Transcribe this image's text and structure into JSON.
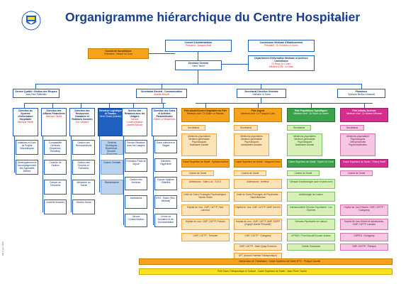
{
  "header": {
    "title": "Organigramme hiérarchique du Centre Hospitalier",
    "date": "Mis à jour 2021"
  },
  "top": {
    "conseil": {
      "title": "Conseil d'Administration",
      "sub": "Président : Jacques Wolf"
    },
    "commission": {
      "title": "Commission Médicale d'Etablissement",
      "sub": "Président : Dr Frédéric Le Guern"
    },
    "surveillance": {
      "title": "Conseil de Surveillance",
      "sub": "Président : Gérard Le Cam"
    },
    "directeur": {
      "title": "Directeur Général",
      "sub": "Henri Teniet"
    },
    "departement": {
      "title": "Département d'Information Médicale et Archives Centralisées",
      "sub": "Dr René Le Guern",
      "sub2": "Médecin DIM : Le Gars"
    }
  },
  "level2": {
    "qualite": {
      "title": "Service Qualité / Gestion des Risques",
      "sub": "Jean-Paul Pailleriste"
    },
    "secretariat": {
      "title": "Secrétariat Général - Communication",
      "sub": "Josette Bolloch"
    },
    "secdirection": {
      "title": "Secrétariat Direction Générale",
      "sub": "Nathalie Le Saint"
    },
    "pharmacie": {
      "title": "Pharmacie",
      "sub": "Sylviane Bertho-Goasnatt"
    }
  },
  "directions": [
    {
      "title": "Direction du Système d'Information Hospitalier",
      "sub": "Monique Sibille",
      "items": [
        "Initiatives et Suivi de Projets Informatiques",
        "Développement et Accompagnement des Applicatifs Métiers"
      ]
    },
    {
      "title": "Direction des Affaires Financières",
      "sub": "Monique Sibille",
      "items": [
        "Comptabilité Générale (Dépenses, Recettes)",
        "Contrôle de Gestion",
        "Gestion de Trésorerie",
        "Contrôle financier"
      ]
    },
    {
      "title": "Direction des Ressources Humaines et Relations Sociales",
      "sub": "Eric Varastre",
      "items": [
        "Gestion des Rémunérations",
        "Gestion des Emplois et Formation",
        "Médecine du Travail",
        "Service Social"
      ]
    },
    {
      "title": "Direction Logistique et Travaux",
      "sub": "Henri Teniet (Intérim)",
      "items": [
        "Services Techniques - Biomédical - Sécurité - Economat",
        "Cuisine Centrale",
        "Blanchisserie"
      ]
    },
    {
      "title": "Service des Relations avec les Usagers",
      "sub": "Service Communication",
      "sub2": "Josette Bolloch",
      "items": [
        "Service Relations avec les Usagers",
        "Formation Frais de Séjour",
        "Gestion des Archives",
        "Admissions",
        "Service Communication"
      ]
    },
    {
      "title": "Direction des Soins et Activités Paramédicales",
      "sub": "Gilbert Le Bihannuec",
      "items": [
        "Soins Infirmiers et Stages",
        "Infirmière Hygiéniste",
        "Equipe Hygiène Hôtelière",
        "EEO - Radio (Rez-Médical)",
        "Centre de formation et de Documentation"
      ]
    }
  ],
  "poles": [
    {
      "title": "Pôle Adulte/Centre Hospitalier du Pôle",
      "chef": "Médecin chef : Dr Didier Le Moullec",
      "secretariat": "Secrétariat",
      "staff": [
        "Médecins psychiatres",
        "Médecin généraliste",
        "Psychologues",
        "Assistante sociale"
      ],
      "cadre": "Cadre Supérieur de Santé : Sylviane Auffret",
      "cadres": "Cadres de Santé",
      "unit1": "Admissions : Saint-Luc - S.A.O.",
      "unit2": "Unité de Soins Prolongés Psychiatriques : Sainte-Cécile",
      "hospi": "Hôpital de Jour, CMP, CATTP, Sect. Lanvéoc",
      "hospi2": "Hôpital de Jour, CMP, CATTP, Poitevin",
      "cmp": "CMP, CATTP : Trésorier"
    },
    {
      "title": "Pôle Argoat",
      "chef": "Médecin chef : Dr François Colin",
      "secretariat": "Secrétariat",
      "staff": [
        "Médecins psychiatres",
        "Médecin généraliste",
        "Psychologues",
        "Assistantes sociales"
      ],
      "cadre": "Cadre Supérieur de Santé : Jacques Eveno",
      "cadres": "Cadres de Santé",
      "unit1": "Admissions : Kerfleur",
      "unit2": "Unité de Soins Prolongés de Psychiatrie : Saint-Brendan",
      "hospi": "Hôpital de Jour, CMP, CATTP, AMP, Kerven",
      "hospi2": "Hôpital de Jour, CMP, CATTP, AMP, EMPP (Equipe Mobile Précarité)",
      "cmp": "CMP, CATTP : Guingamp",
      "extra": "CMP, CATTP : Saint-Quay-Portrieux",
      "afp": "AFT (Accueil Familial Thérapeutique)"
    },
    {
      "title": "Pôle Populations Spécifiques",
      "chef": "Médecin chef : Dr René Le Guern",
      "secretariat": "Secrétariat",
      "staff": [
        "Médecins psychiatres",
        "Médecin généraliste",
        "Psychologues",
        "Assistante sociale"
      ],
      "cadre": "Cadre Supérieur de Santé : Sylvie Le Corre",
      "cadres": "Cadres de Santé",
      "unit1": "Clinique d'Addictologie (cure et post-cure)",
      "unit2": "Addictologie de Liaison",
      "hospi": "Intersectorielle Géronto-Psychiatrie : Les Glycines",
      "hospi2": "Géronto-Psychiatrie de Liaison",
      "cmp": "UPSAD / Point Accueil Ecoute Jeunes",
      "extra": "Cellule Suicidants"
    },
    {
      "title": "Pôle Infanto-Juvénile",
      "chef": "Médecin chef : Dr Hélène Dévanel",
      "secretariat": "Secrétariat",
      "staff": [
        "Médecins psychiatres",
        "Psychologues",
        "Orthophonistes",
        "Psychomotriciens"
      ],
      "cadre": "Cadre Supérieur de Santé : Thierry Hoeff",
      "cadres": "Cadres de Santé",
      "hospi": "Hôpital de Jour Enfants, CMP, CATTP : Guingamp",
      "hospi2": "Hôpital de Jour Enfant et Adolescents, CMP, CATTP, Lannion",
      "cmp": "CMPEA : Guingamp",
      "extra": "CMP, CATTP : Paimpol"
    }
  ],
  "footer": {
    "intersecteur": "Intersecteur de Transfusion :  Cadre Supérieur de Santé (F.F.) : Philippe Goubin",
    "socio": "Pôle Socio-Thérapeutique et Culturel - Cadre Supérieur de Santé : Jean-Pierre Tourtin",
    "side": "Mis à jour 2021"
  },
  "colors": {
    "blue": "#1f5fbf",
    "orange": "#f6a21a",
    "green": "#3aa24a",
    "pink": "#d42f8e",
    "yellow": "#ffe01f"
  }
}
